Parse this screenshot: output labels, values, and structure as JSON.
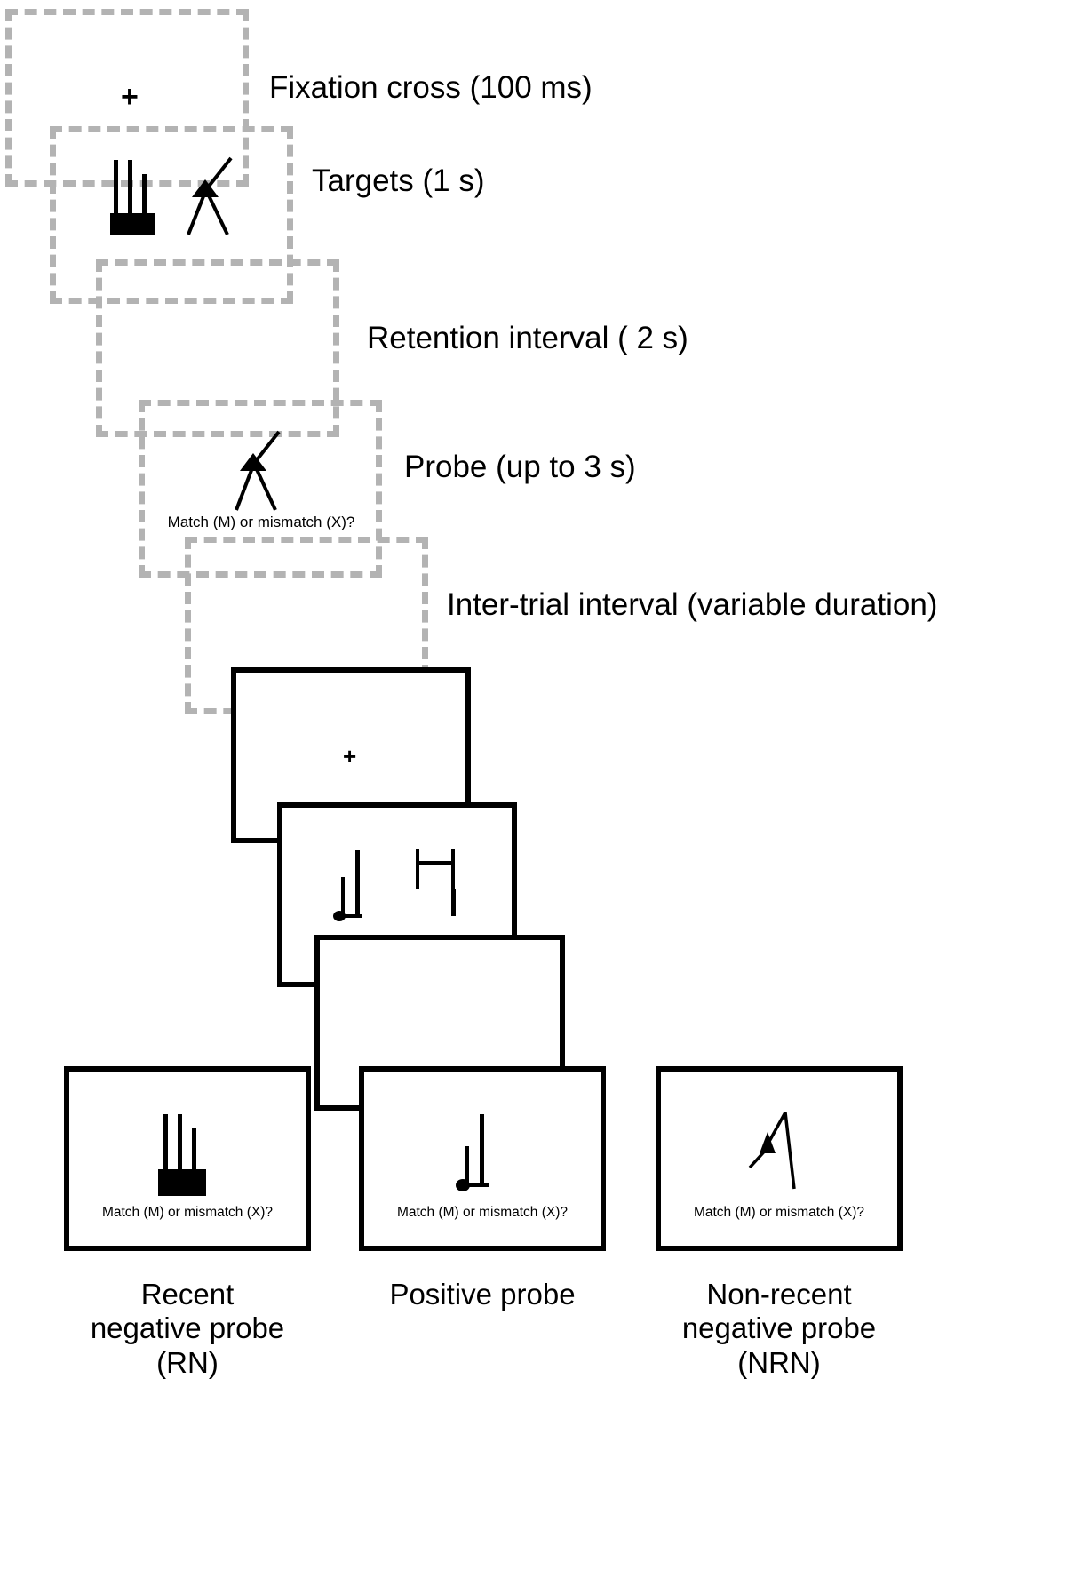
{
  "figure": {
    "title": "Working memory Sternberg-style trial sequence with recent-negative, positive and non-recent-negative probes",
    "background_color": "#ffffff",
    "line_color_schematic": "#b3b3b3",
    "line_color_solid": "#000000"
  },
  "stages": [
    {
      "id": "fixation",
      "label": "Fixation cross (100 ms)",
      "content": "+"
    },
    {
      "id": "targets",
      "label": "Targets (1 s)",
      "content": "two abstract line figures"
    },
    {
      "id": "retention",
      "label": "Retention interval ( 2 s)",
      "content": ""
    },
    {
      "id": "probe",
      "label": "Probe (up to 3 s)",
      "content": "one abstract line figure"
    },
    {
      "id": "iti",
      "label": "Inter-trial interval (variable duration)",
      "content": ""
    }
  ],
  "prompt": {
    "text": "Match (M) or mismatch (X)?"
  },
  "fixation": {
    "glyph": "+"
  },
  "screens": [
    {
      "id": "screen-fixation",
      "kind": "fixation"
    },
    {
      "id": "screen-targets",
      "kind": "targets"
    },
    {
      "id": "screen-retention",
      "kind": "blank"
    }
  ],
  "conditions": [
    {
      "id": "recent-negative",
      "caption_lines": [
        "Recent",
        "negative probe",
        "(RN)"
      ],
      "probe_shape": "base-with-three-vertical-bars",
      "prompt": "Match (M) or mismatch (X)?"
    },
    {
      "id": "positive",
      "caption_lines": [
        "Positive probe"
      ],
      "probe_shape": "dot-with-two-vertical-bars",
      "prompt": "Match (M) or mismatch (X)?"
    },
    {
      "id": "non-recent-negative",
      "caption_lines": [
        "Non-recent",
        "negative probe",
        "(NRN)"
      ],
      "probe_shape": "arrowhead-with-two-diagonal-strokes",
      "prompt": "Match (M) or mismatch (X)?"
    }
  ]
}
